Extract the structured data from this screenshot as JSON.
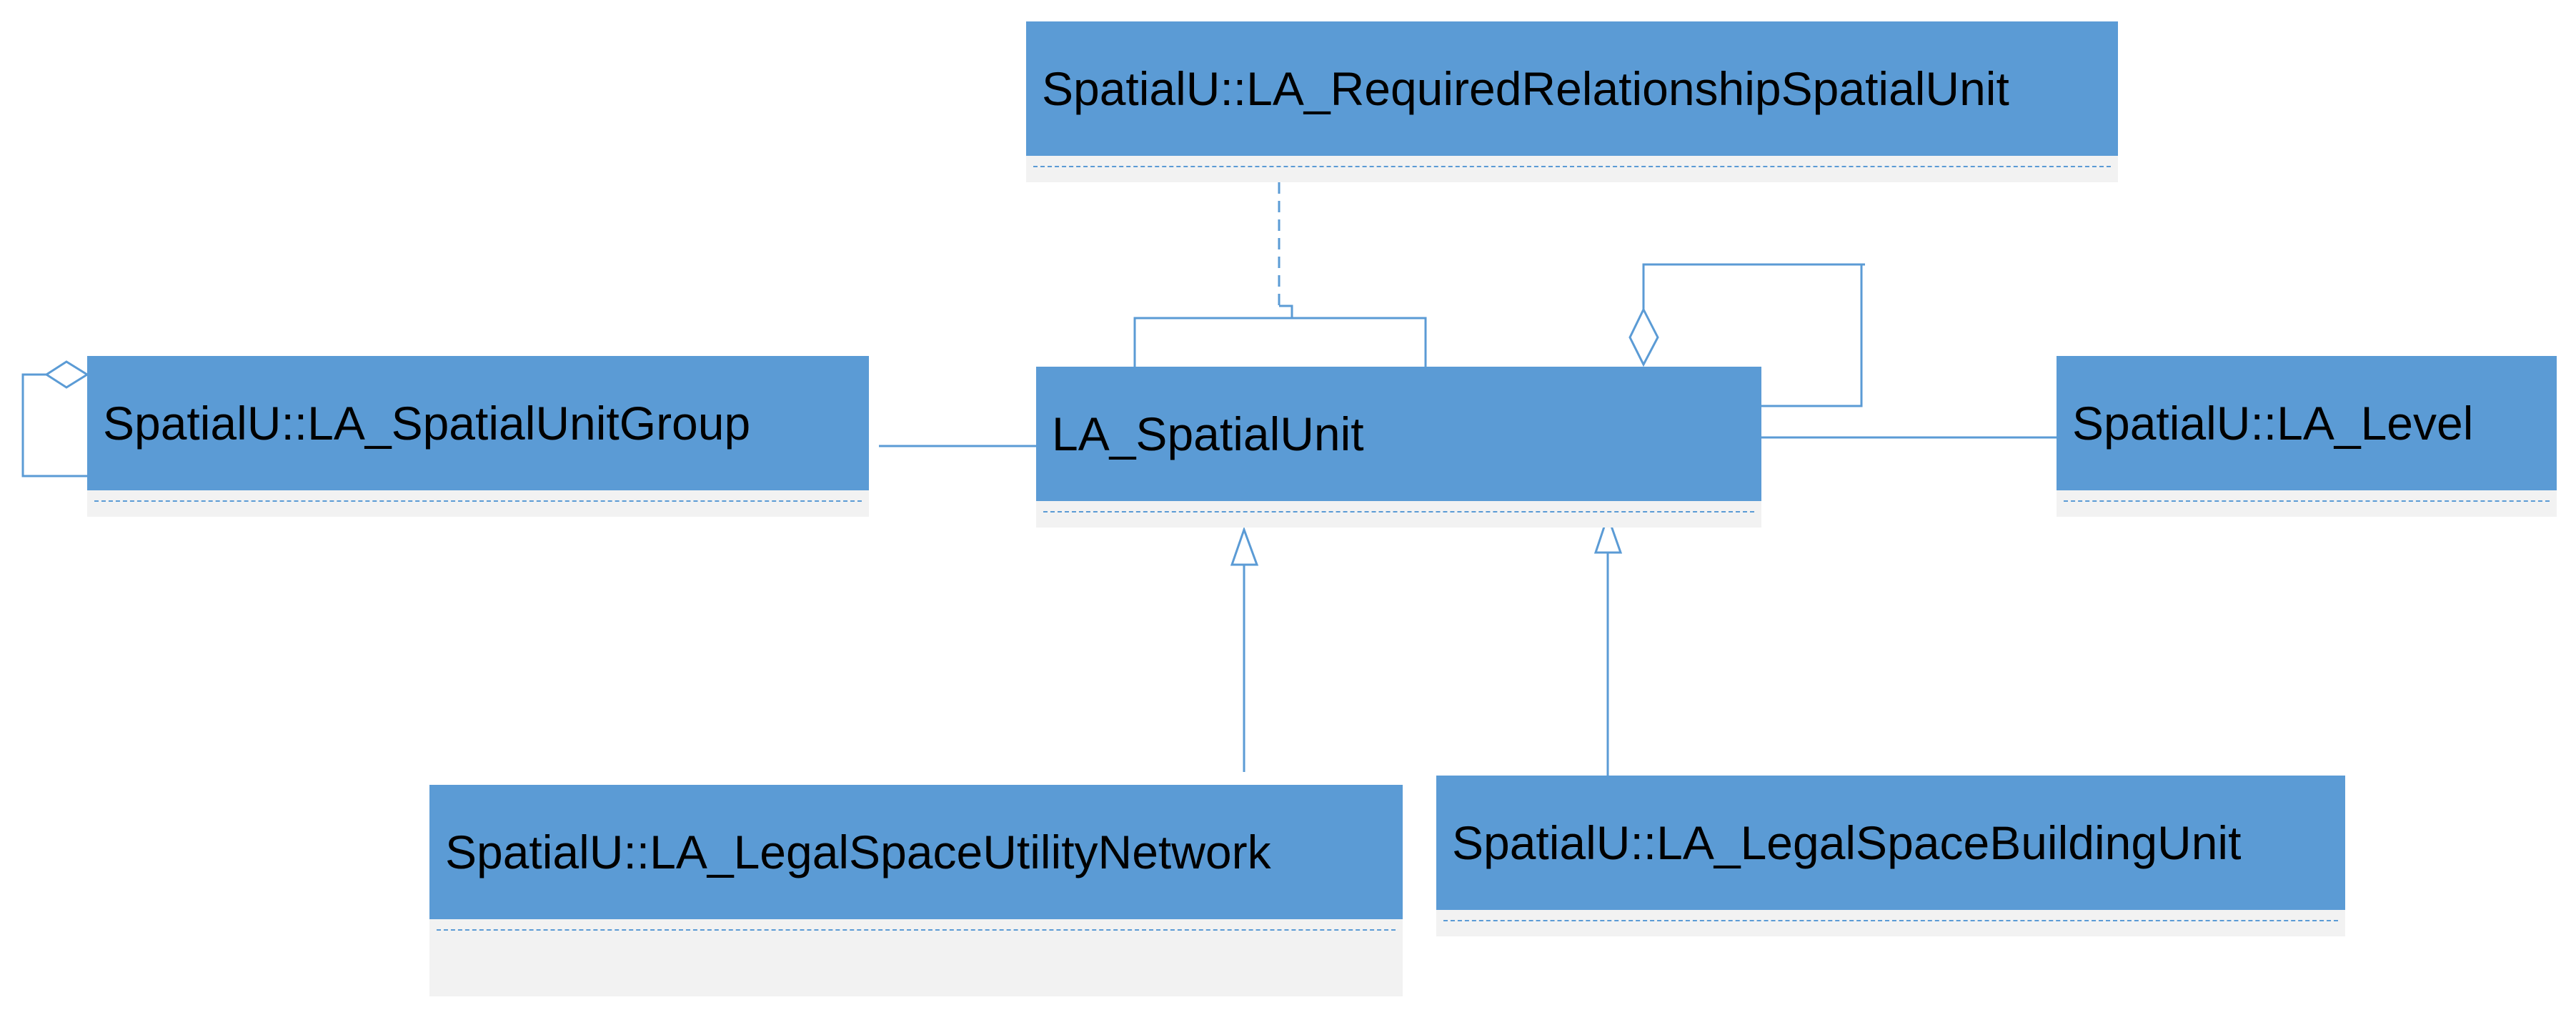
{
  "diagram": {
    "type": "uml-class-diagram",
    "colors": {
      "header": "#5b9bd5",
      "body": "#f2f2f2",
      "line": "#5b9bd5"
    },
    "classes": {
      "required_relationship": {
        "name": "SpatialU::LA_RequiredRelationshipSpatialUnit"
      },
      "spatial_unit_group": {
        "name": "SpatialU::LA_SpatialUnitGroup"
      },
      "spatial_unit": {
        "name": "LA_SpatialUnit"
      },
      "level": {
        "name": "SpatialU::LA_Level"
      },
      "utility_network": {
        "name": "SpatialU::LA_LegalSpaceUtilityNetwork"
      },
      "building_unit": {
        "name": "SpatialU::LA_LegalSpaceBuildingUnit"
      }
    },
    "relationships": [
      {
        "kind": "association-class",
        "from": "required_relationship",
        "to": "spatial_unit"
      },
      {
        "kind": "aggregation",
        "from": "spatial_unit_group",
        "to": "spatial_unit_group"
      },
      {
        "kind": "association",
        "from": "spatial_unit_group",
        "to": "spatial_unit"
      },
      {
        "kind": "aggregation",
        "from": "spatial_unit",
        "to": "spatial_unit"
      },
      {
        "kind": "association",
        "from": "spatial_unit",
        "to": "level"
      },
      {
        "kind": "generalization",
        "from": "utility_network",
        "to": "spatial_unit"
      },
      {
        "kind": "generalization",
        "from": "building_unit",
        "to": "spatial_unit"
      }
    ]
  }
}
